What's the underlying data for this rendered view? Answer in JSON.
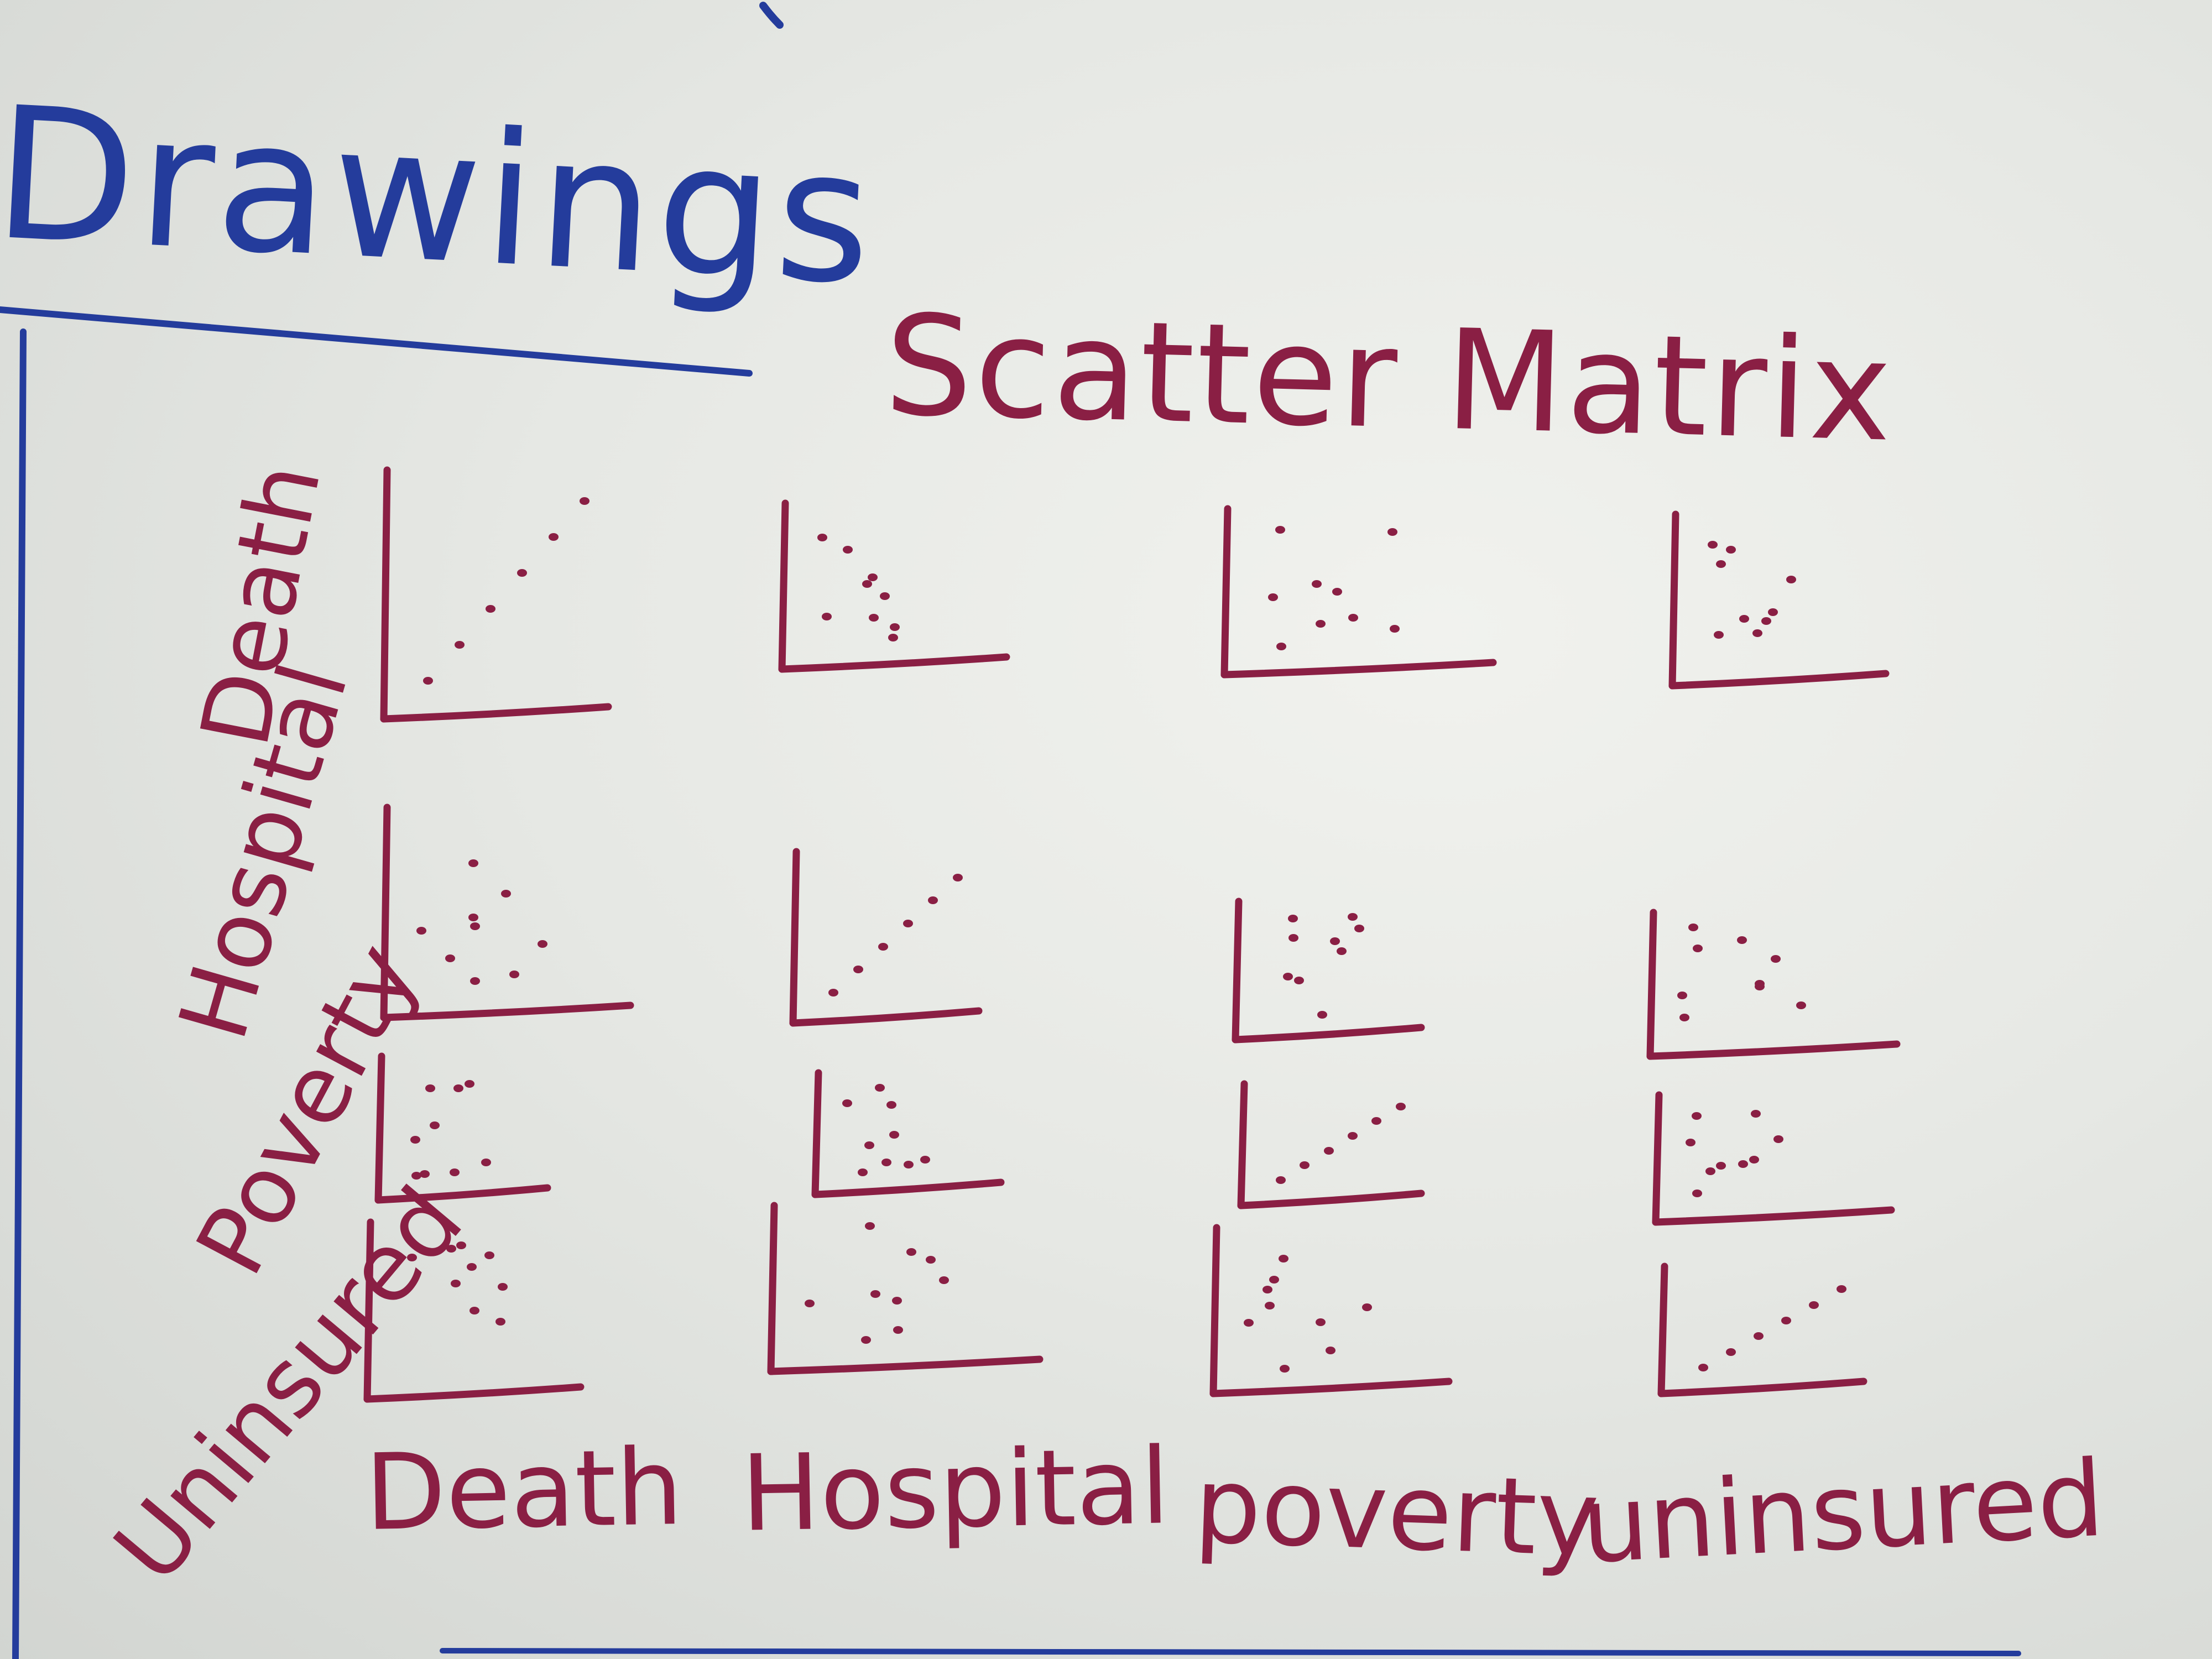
{
  "board": {
    "heading": "Drawings",
    "matrix_title": "Scatter Matrix",
    "column_labels": [
      "Death",
      "Hospital",
      "poverty",
      "uninsured"
    ],
    "row_labels": [
      "Death",
      "Hospital",
      "Poverty",
      "Uninsured"
    ]
  },
  "ink": {
    "blue": "#243c9c",
    "maroon": "#8a1f44"
  }
}
